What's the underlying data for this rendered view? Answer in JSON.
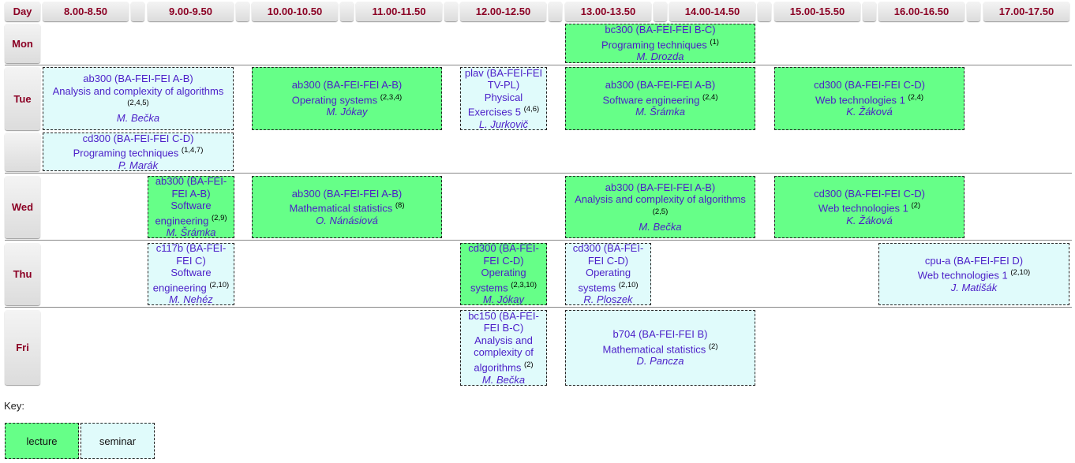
{
  "header": {
    "day": "Day",
    "slots": [
      "8.00-8.50",
      "9.00-9.50",
      "10.00-10.50",
      "11.00-11.50",
      "12.00-12.50",
      "13.00-13.50",
      "14.00-14.50",
      "15.00-15.50",
      "16.00-16.50",
      "17.00-17.50"
    ]
  },
  "days": [
    "Mon",
    "Tue",
    "Wed",
    "Thu",
    "Fri"
  ],
  "colors": {
    "lecture": "#66ff88",
    "seminar": "#e0fbfb",
    "text": "#4b1ec8",
    "day_text": "#8b0024"
  },
  "events": [
    {
      "room": "bc300 (BA-FEI-FEI B-C)",
      "course": "Programing techniques",
      "weeks": "(1)",
      "teacher": "M. Drozda",
      "type": "lecture"
    },
    {
      "room": "ab300 (BA-FEI-FEI A-B)",
      "course": "Analysis and complexity of algorithms",
      "weeks": "(2,4,5)",
      "teacher": "M. Bečka",
      "type": "seminar"
    },
    {
      "room": "ab300 (BA-FEI-FEI A-B)",
      "course": "Operating systems",
      "weeks": "(2,3,4)",
      "teacher": "M. Jókay",
      "type": "lecture"
    },
    {
      "room": "plav (BA-FEI-FEI TV-PL)",
      "course": "Physical Exercises 5",
      "weeks": "(4,6)",
      "teacher": "L. Jurkovič",
      "type": "seminar"
    },
    {
      "room": "ab300 (BA-FEI-FEI A-B)",
      "course": "Software engineering",
      "weeks": "(2,4)",
      "teacher": "M. Šrámka",
      "type": "lecture"
    },
    {
      "room": "cd300 (BA-FEI-FEI C-D)",
      "course": "Web technologies 1",
      "weeks": "(2,4)",
      "teacher": "K. Žáková",
      "type": "lecture"
    },
    {
      "room": "cd300 (BA-FEI-FEI C-D)",
      "course": "Programing techniques",
      "weeks": "(1,4,7)",
      "teacher": "P. Marák",
      "type": "seminar"
    },
    {
      "room": "ab300 (BA-FEI-FEI A-B)",
      "course": "Software engineering",
      "weeks": "(2,9)",
      "teacher": "M. Šrámka",
      "type": "lecture"
    },
    {
      "room": "ab300 (BA-FEI-FEI A-B)",
      "course": "Mathematical statistics",
      "weeks": "(8)",
      "teacher": "O. Nánásiová",
      "type": "lecture"
    },
    {
      "room": "ab300 (BA-FEI-FEI A-B)",
      "course": "Analysis and complexity of algorithms",
      "weeks": "(2,5)",
      "teacher": "M. Bečka",
      "type": "lecture"
    },
    {
      "room": "cd300 (BA-FEI-FEI C-D)",
      "course": "Web technologies 1",
      "weeks": "(2)",
      "teacher": "K. Žáková",
      "type": "lecture"
    },
    {
      "room": "c117b (BA-FEI-FEI C)",
      "course": "Software engineering",
      "weeks": "(2,10)",
      "teacher": "M. Nehéz",
      "type": "seminar"
    },
    {
      "room": "cd300 (BA-FEI-FEI C-D)",
      "course": "Operating systems",
      "weeks": "(2,3,10)",
      "teacher": "M. Jókay",
      "type": "lecture"
    },
    {
      "room": "cd300 (BA-FEI-FEI C-D)",
      "course": "Operating systems",
      "weeks": "(2,10)",
      "teacher": "R. Ploszek",
      "type": "seminar"
    },
    {
      "room": "cpu-a (BA-FEI-FEI D)",
      "course": "Web technologies 1",
      "weeks": "(2,10)",
      "teacher": "J. Matišák",
      "type": "seminar"
    },
    {
      "room": "bc150 (BA-FEI-FEI B-C)",
      "course": "Analysis and complexity of algorithms",
      "weeks": "(2)",
      "teacher": "M. Bečka",
      "type": "seminar"
    },
    {
      "room": "b704 (BA-FEI-FEI B)",
      "course": "Mathematical statistics",
      "weeks": "(2)",
      "teacher": "D. Pancza",
      "type": "seminar"
    }
  ],
  "key": {
    "label": "Key:",
    "lecture": "lecture",
    "seminar": "seminar"
  }
}
